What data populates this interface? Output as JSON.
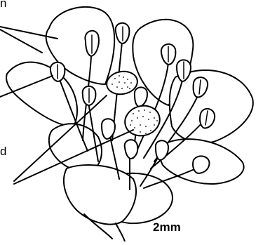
{
  "labels": {
    "top_partial": "n",
    "bottom_partial": "d"
  },
  "scale_bar": {
    "text": "2mm"
  },
  "colors": {
    "ink": "#000000",
    "paper": "#ffffff"
  }
}
